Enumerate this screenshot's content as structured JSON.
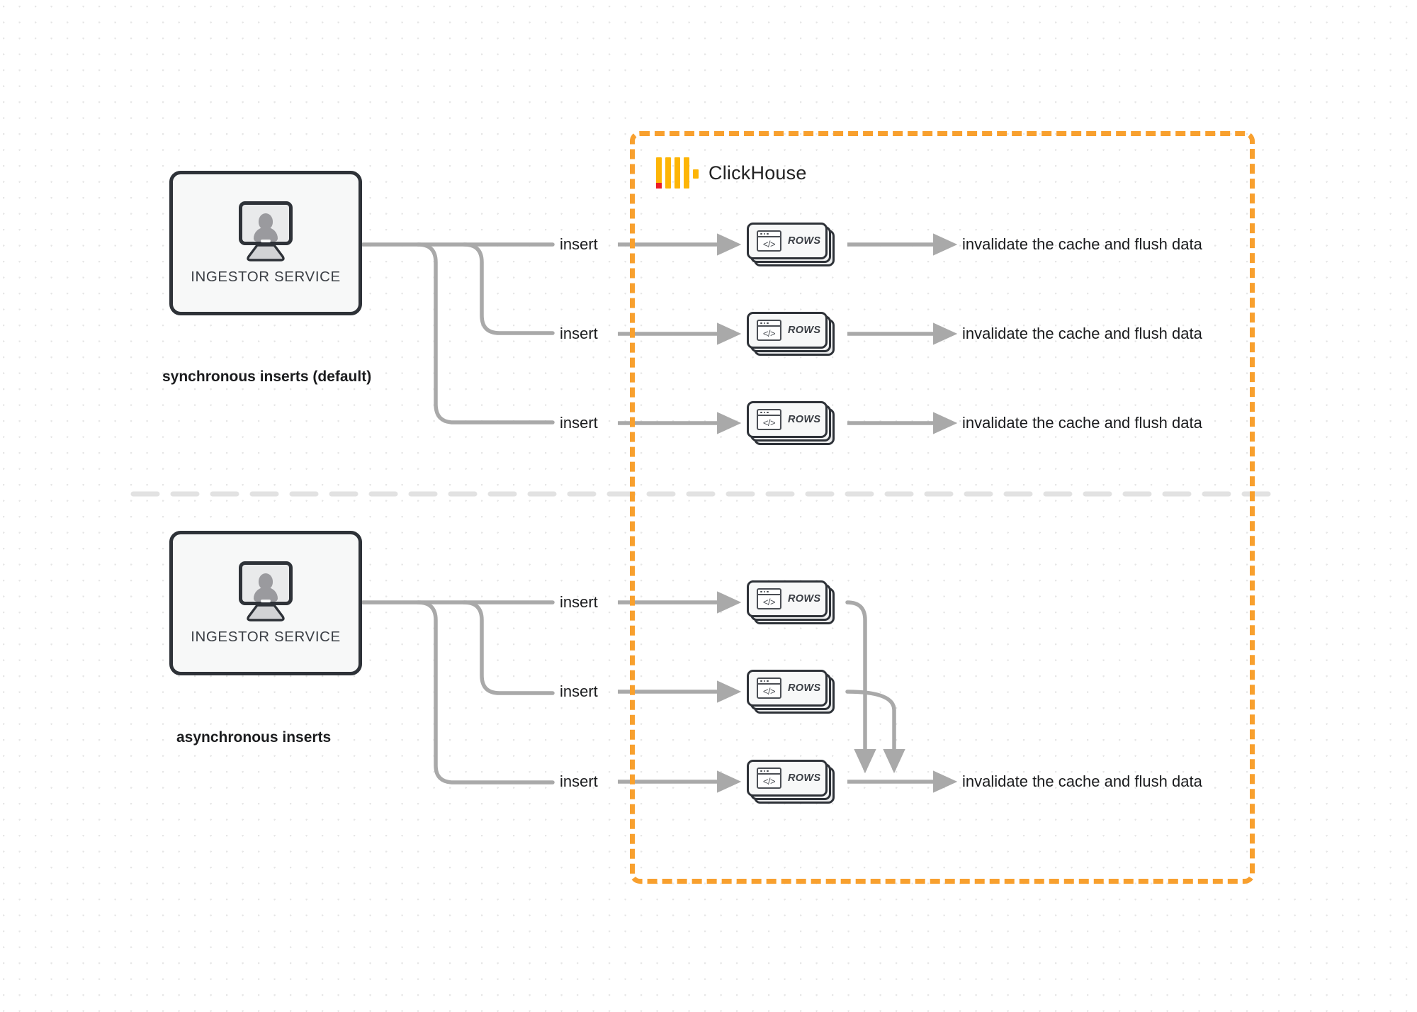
{
  "diagram": {
    "title": "ClickHouse synchronous vs asynchronous inserts",
    "colors": {
      "clickhouse_border": "#F8A02E",
      "logo_bar": "#FDB506",
      "logo_accent": "#EC1C24",
      "wire": "#A9A9A9",
      "box_border": "#2E3238",
      "box_fill": "#F7F8F8",
      "background": "#FFFFFF",
      "dot_grid": "#E6E6E6",
      "divider": "#E2E2E2"
    }
  },
  "clickhouse": {
    "name": "ClickHouse",
    "logo_name": "clickhouse-logo-icon"
  },
  "sections": [
    {
      "id": "synchronous",
      "caption": "synchronous inserts (default)",
      "service": {
        "label": "INGESTOR SERVICE",
        "icon": "monitor-user-icon"
      },
      "flows": [
        {
          "insert_label": "insert",
          "rows_label": "ROWS",
          "result_label": "invalidate the cache and flush data"
        },
        {
          "insert_label": "insert",
          "rows_label": "ROWS",
          "result_label": "invalidate the cache and flush data"
        },
        {
          "insert_label": "insert",
          "rows_label": "ROWS",
          "result_label": "invalidate the cache and flush data"
        }
      ]
    },
    {
      "id": "asynchronous",
      "caption": "asynchronous inserts",
      "service": {
        "label": "INGESTOR SERVICE",
        "icon": "monitor-user-icon"
      },
      "flows": [
        {
          "insert_label": "insert",
          "rows_label": "ROWS"
        },
        {
          "insert_label": "insert",
          "rows_label": "ROWS"
        },
        {
          "insert_label": "insert",
          "rows_label": "ROWS"
        }
      ],
      "merged_result_label": "invalidate the cache and flush data"
    }
  ],
  "code_icon": {
    "glyph": "</>"
  }
}
